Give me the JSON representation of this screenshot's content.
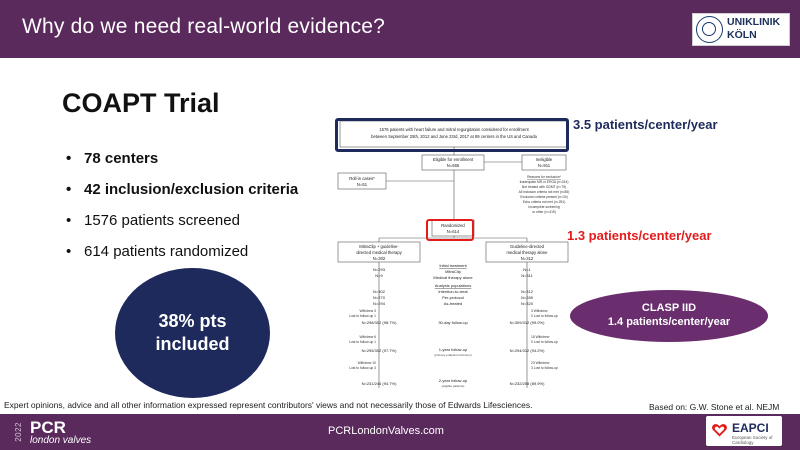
{
  "header": {
    "title": "Why do we need real-world evidence?",
    "logo_line1": "UNIKLINIK",
    "logo_line2": "KÖLN"
  },
  "main": {
    "trial_title": "COAPT Trial",
    "bullets": [
      "78 centers",
      "42 inclusion/exclusion criteria",
      "1576 patients screened",
      "614   patients randomized"
    ],
    "circle_line1": "38% pts",
    "circle_line2": "included"
  },
  "flow": {
    "top_box_line1": "1576 patients with heart failure and mitral regurgitation considered for enrollment",
    "top_box_line2": "between September 25th, 2012 and June 23rd, 2017 at 89 centers in the US and Canada",
    "eligible": "Eligible for enrollment",
    "eligible_n": "N=665",
    "ineligible": "Ineligible",
    "ineligible_n": "N=911",
    "rollin": "Roll-in cases*",
    "rollin_n": "N=51",
    "reasons_title": "Reasons for exclusion*",
    "reasons": [
      "Inadequate MR or EROA (n=244)",
      "Not treated with GDMT (n=79)",
      "All inclusion criteria not met (n=85)",
      "Exclusion criteria present (n=34)",
      "Echo criteria not met (n=251)",
      "Incomplete screening",
      "or other (n=419)"
    ],
    "randomized": "Randomized",
    "randomized_n": "N=614",
    "arm_left_line1": "MitraClip + guideline-",
    "arm_left_line2": "directed medical therapy",
    "arm_left_n": "N=302",
    "arm_right_line1": "Guideline-directed",
    "arm_right_line2": "medical therapy alone",
    "arm_right_n": "N=312",
    "left_n1": "N=293",
    "left_n2": "N=9",
    "right_n1": "N=1",
    "right_n2": "N=311",
    "init_title": "Initial treatment",
    "init_a": "MitraClip",
    "init_b": "Medical therapy alone",
    "pop_title": "Analysis populations",
    "pop_a": "Intention-to-treat",
    "pop_b": "Per-protocol",
    "pop_c": "As-treated",
    "left_pop": [
      "N=302",
      "N=270",
      "N=294"
    ],
    "right_pop": [
      "N=312",
      "N=289",
      "N=320"
    ],
    "left_w1": [
      "Withdrew 3",
      "Lost to follow-up 1"
    ],
    "right_w1": [
      "3 Withdrew",
      "0 Lost to follow-up"
    ],
    "left_fu30": "N=298/302 (98.7%)",
    "mid_fu30": "30-day follow-up",
    "right_fu30": "N=309/312 (99.0%)",
    "left_w2": [
      "Withdrew 6",
      "Lost to follow-up 1"
    ],
    "right_w2": [
      "18 Withdrew",
      "0 Lost to follow-up"
    ],
    "left_fu1y": "N=295/302 (97.7%)",
    "mid_fu1y": "1-year follow-up",
    "mid_fu1y_sub": "(primary endpoint minimum)",
    "right_fu1y": "N=294/312 (94.2%)",
    "left_w3": [
      "Withdrew 10",
      "Lost to follow-up 3"
    ],
    "right_w3": [
      "23 Withdrew",
      "3 Lost to follow-up"
    ],
    "left_fu2y": "N=231/244 (94.7%)",
    "mid_fu2y": "2-year follow-up",
    "mid_fu2y_sub": "(eligible patients)",
    "right_fu2y": "N=232/258 (89.9%)"
  },
  "stats": {
    "blue": "3.5 patients/center/year",
    "red": "1.3 patients/center/year",
    "clasp_line1": "CLASP IID",
    "clasp_line2": "1.4 patients/center/year"
  },
  "notes": {
    "disclaimer": "Expert opinions, advice and all other information expressed represent contributors' views and not necessarily those of Edwards Lifesciences.",
    "citation": "Based on: G.W. Stone et al. NEJM 2018"
  },
  "footer": {
    "year": "2022",
    "brand": "PCR",
    "sub": "london valves",
    "url": "PCRLondonValves.com",
    "eapci": "EAPCI",
    "eapci_sub": "European Society of Cardiology"
  },
  "colors": {
    "header_bg": "#5a2a5c",
    "navy": "#1f2a5c",
    "red": "#e31b1b",
    "clasp_bg": "#6a2e6f"
  }
}
